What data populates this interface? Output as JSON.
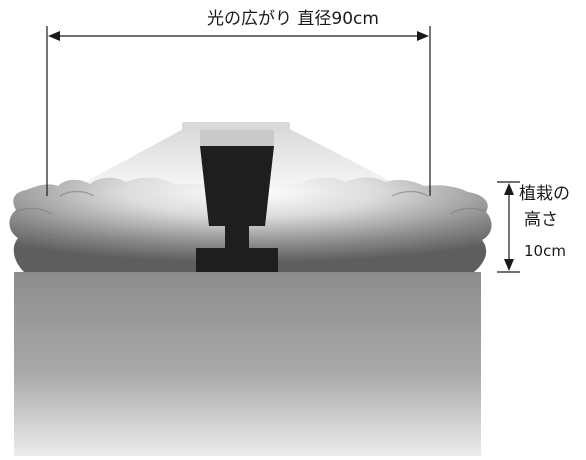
{
  "diagram": {
    "spread_label": "光の広がり 直径90cm",
    "height_label_line1": "植栽の",
    "height_label_line2": "高さ",
    "height_value": "10cm"
  },
  "colors": {
    "ink": "#1a1a1a",
    "fixture": "#1e1e1e",
    "lens": "#d9d9d9",
    "ground_top": "#8f8f8f",
    "ground_bottom": "#e6e6e6",
    "plant_dark": "#6a6a6a",
    "plant_light": "#f2f2f2"
  }
}
